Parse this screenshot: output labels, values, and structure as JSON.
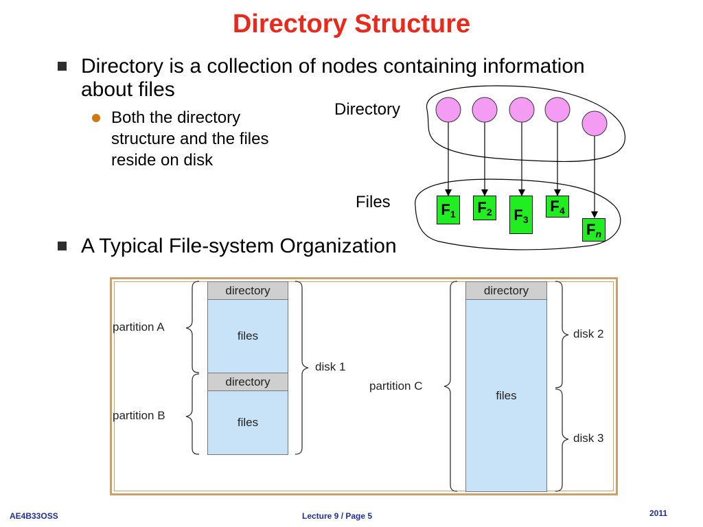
{
  "title": "Directory Structure",
  "bullets": {
    "b1_line1": "Directory is a collection of nodes containing information",
    "b1_line2": "about files",
    "sub_line1": "Both the directory",
    "sub_line2": "structure and the files",
    "sub_line3": "reside on disk",
    "b2": "A Typical File-system Organization"
  },
  "diagram1": {
    "directory_label": "Directory",
    "files_label": "Files",
    "files": [
      {
        "letter": "F",
        "sub": "1"
      },
      {
        "letter": "F",
        "sub": "2"
      },
      {
        "letter": "F",
        "sub": "3"
      },
      {
        "letter": "F",
        "sub": "4"
      },
      {
        "letter": "F",
        "sub": "n"
      }
    ],
    "colors": {
      "node": "#f49cf4",
      "file": "#20ee20"
    }
  },
  "diagram2": {
    "left": {
      "top_header": "directory",
      "top_body": "files",
      "bottom_header": "directory",
      "bottom_body": "files"
    },
    "right": {
      "header": "directory",
      "body": "files"
    },
    "labels": {
      "partition_a": "partition A",
      "partition_b": "partition B",
      "partition_c": "partition C",
      "disk1": "disk 1",
      "disk2": "disk 2",
      "disk3": "disk 3"
    }
  },
  "footer": {
    "left": "AE4B33OSS",
    "center": "Lecture 9 / Page 5",
    "right": "2011"
  }
}
